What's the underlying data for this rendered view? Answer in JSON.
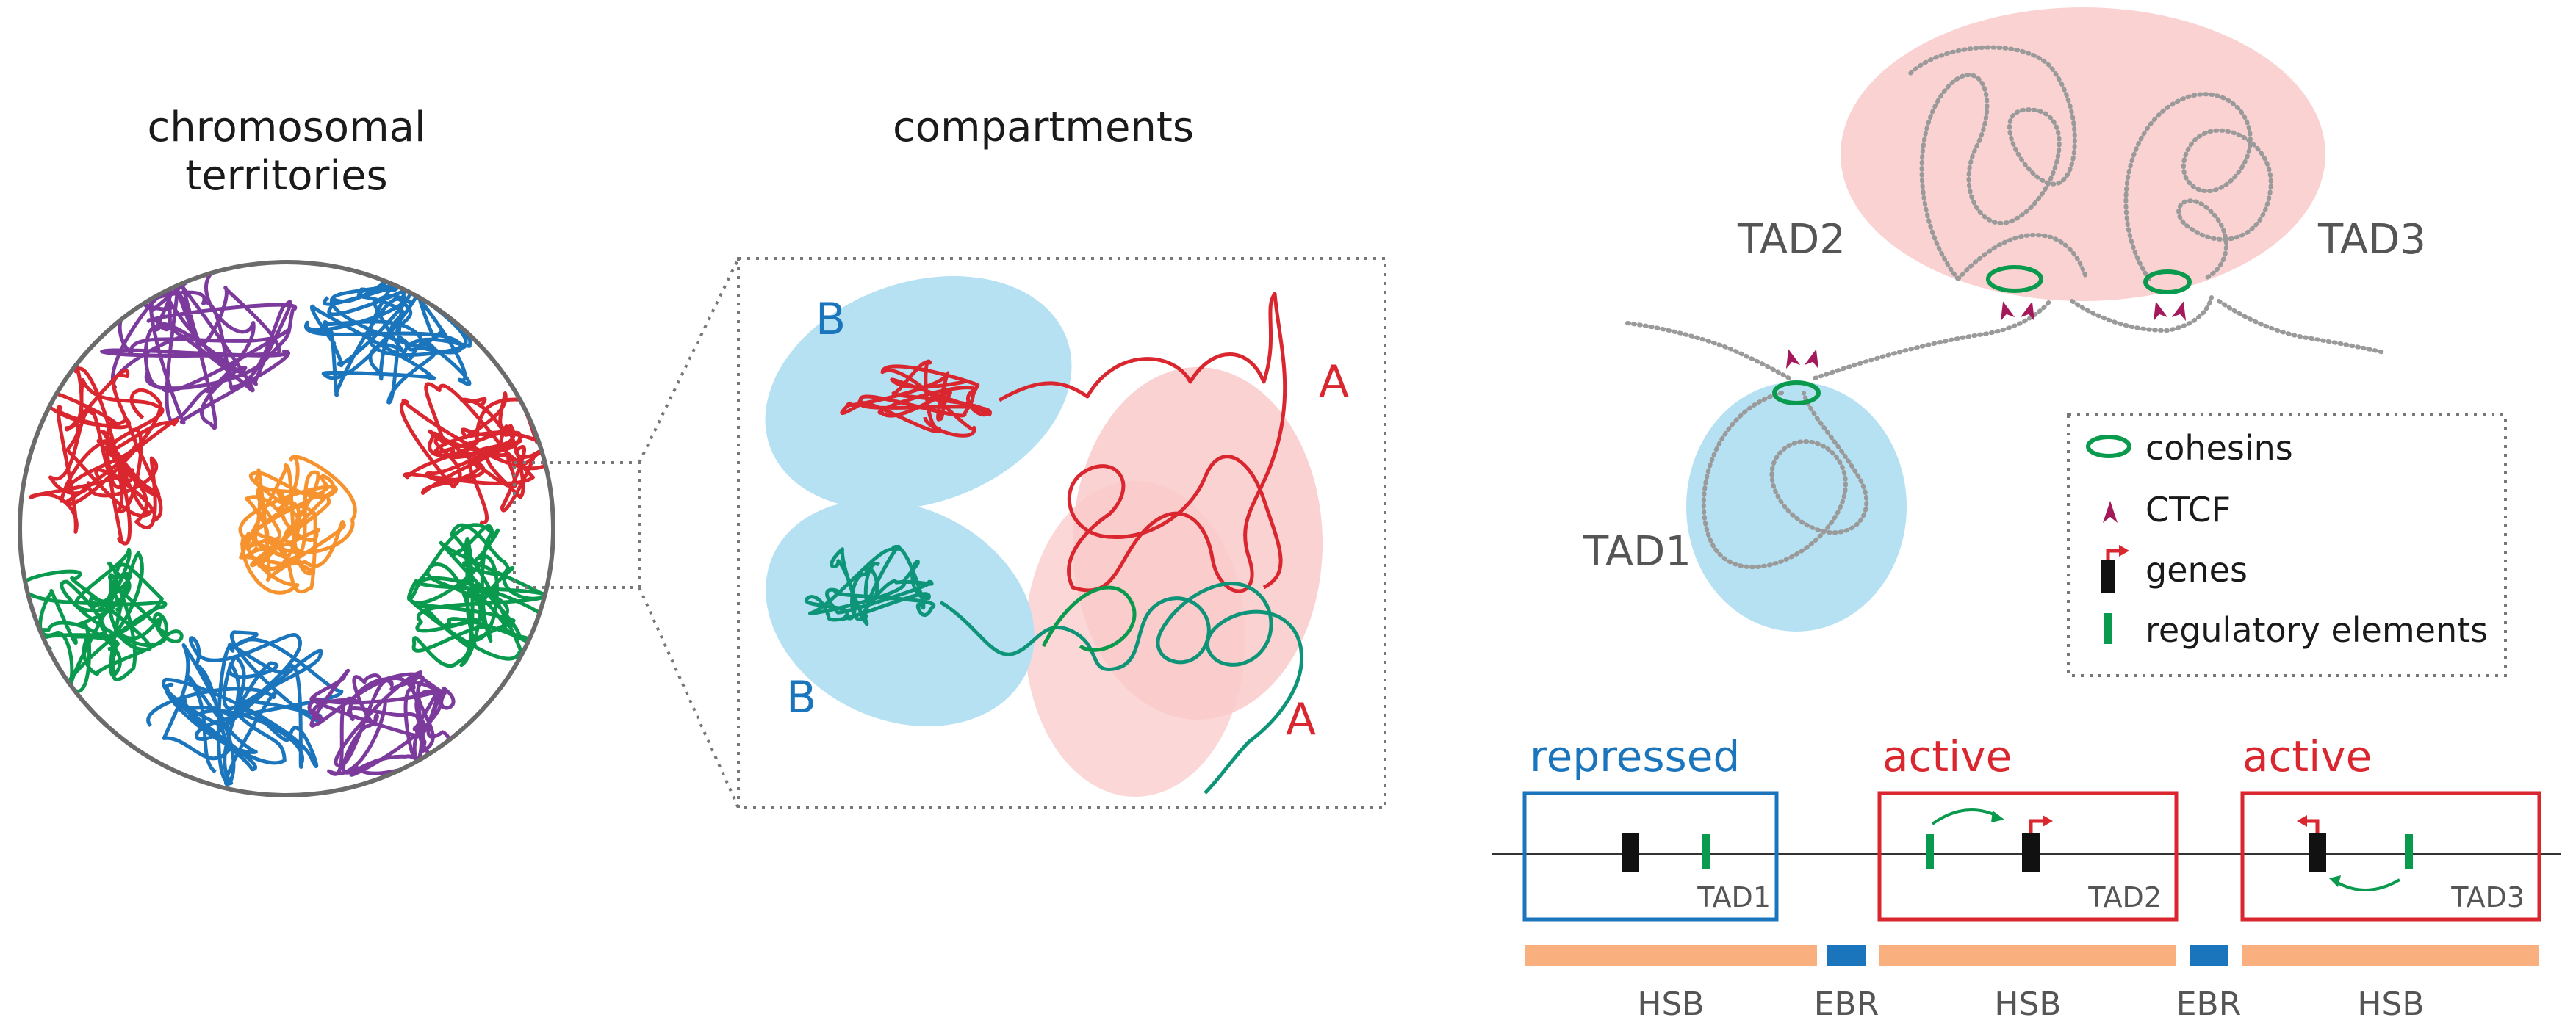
{
  "colors": {
    "red": "#d9262f",
    "blue": "#1b75bc",
    "green": "#0a9a4e",
    "teal": "#0e9478",
    "purple": "#7b3a9c",
    "orange": "#f7932f",
    "pink_fill": "#f9caca",
    "blue_fill": "#b5e1f3",
    "hsb_orange": "#f9b07e",
    "ebr_blue": "#1b75bc",
    "ctcf": "#a3195b",
    "gray_text": "#555555"
  },
  "territories": {
    "title_line1": "chromosomal",
    "title_line2": "territories"
  },
  "compartments": {
    "title": "compartments",
    "label_b_top": "B",
    "label_b_bottom": "B",
    "label_a_top": "A",
    "label_a_bottom": "A"
  },
  "tads": {
    "tad1": "TAD1",
    "tad2": "TAD2",
    "tad3": "TAD3"
  },
  "legend": {
    "items": [
      {
        "icon": "cohesin-ring-icon",
        "label": "cohesins"
      },
      {
        "icon": "ctcf-icon",
        "label": "CTCF"
      },
      {
        "icon": "gene-icon",
        "label": "genes"
      },
      {
        "icon": "regulatory-element-icon",
        "label": "regulatory elements"
      }
    ]
  },
  "domains": {
    "boxes": [
      {
        "title": "repressed",
        "tad": "TAD1",
        "color": "#1b75bc"
      },
      {
        "title": "active",
        "tad": "TAD2",
        "color": "#d9262f"
      },
      {
        "title": "active",
        "tad": "TAD3",
        "color": "#d9262f"
      }
    ],
    "bar_labels": [
      "HSB",
      "EBR",
      "HSB",
      "EBR",
      "HSB"
    ]
  }
}
